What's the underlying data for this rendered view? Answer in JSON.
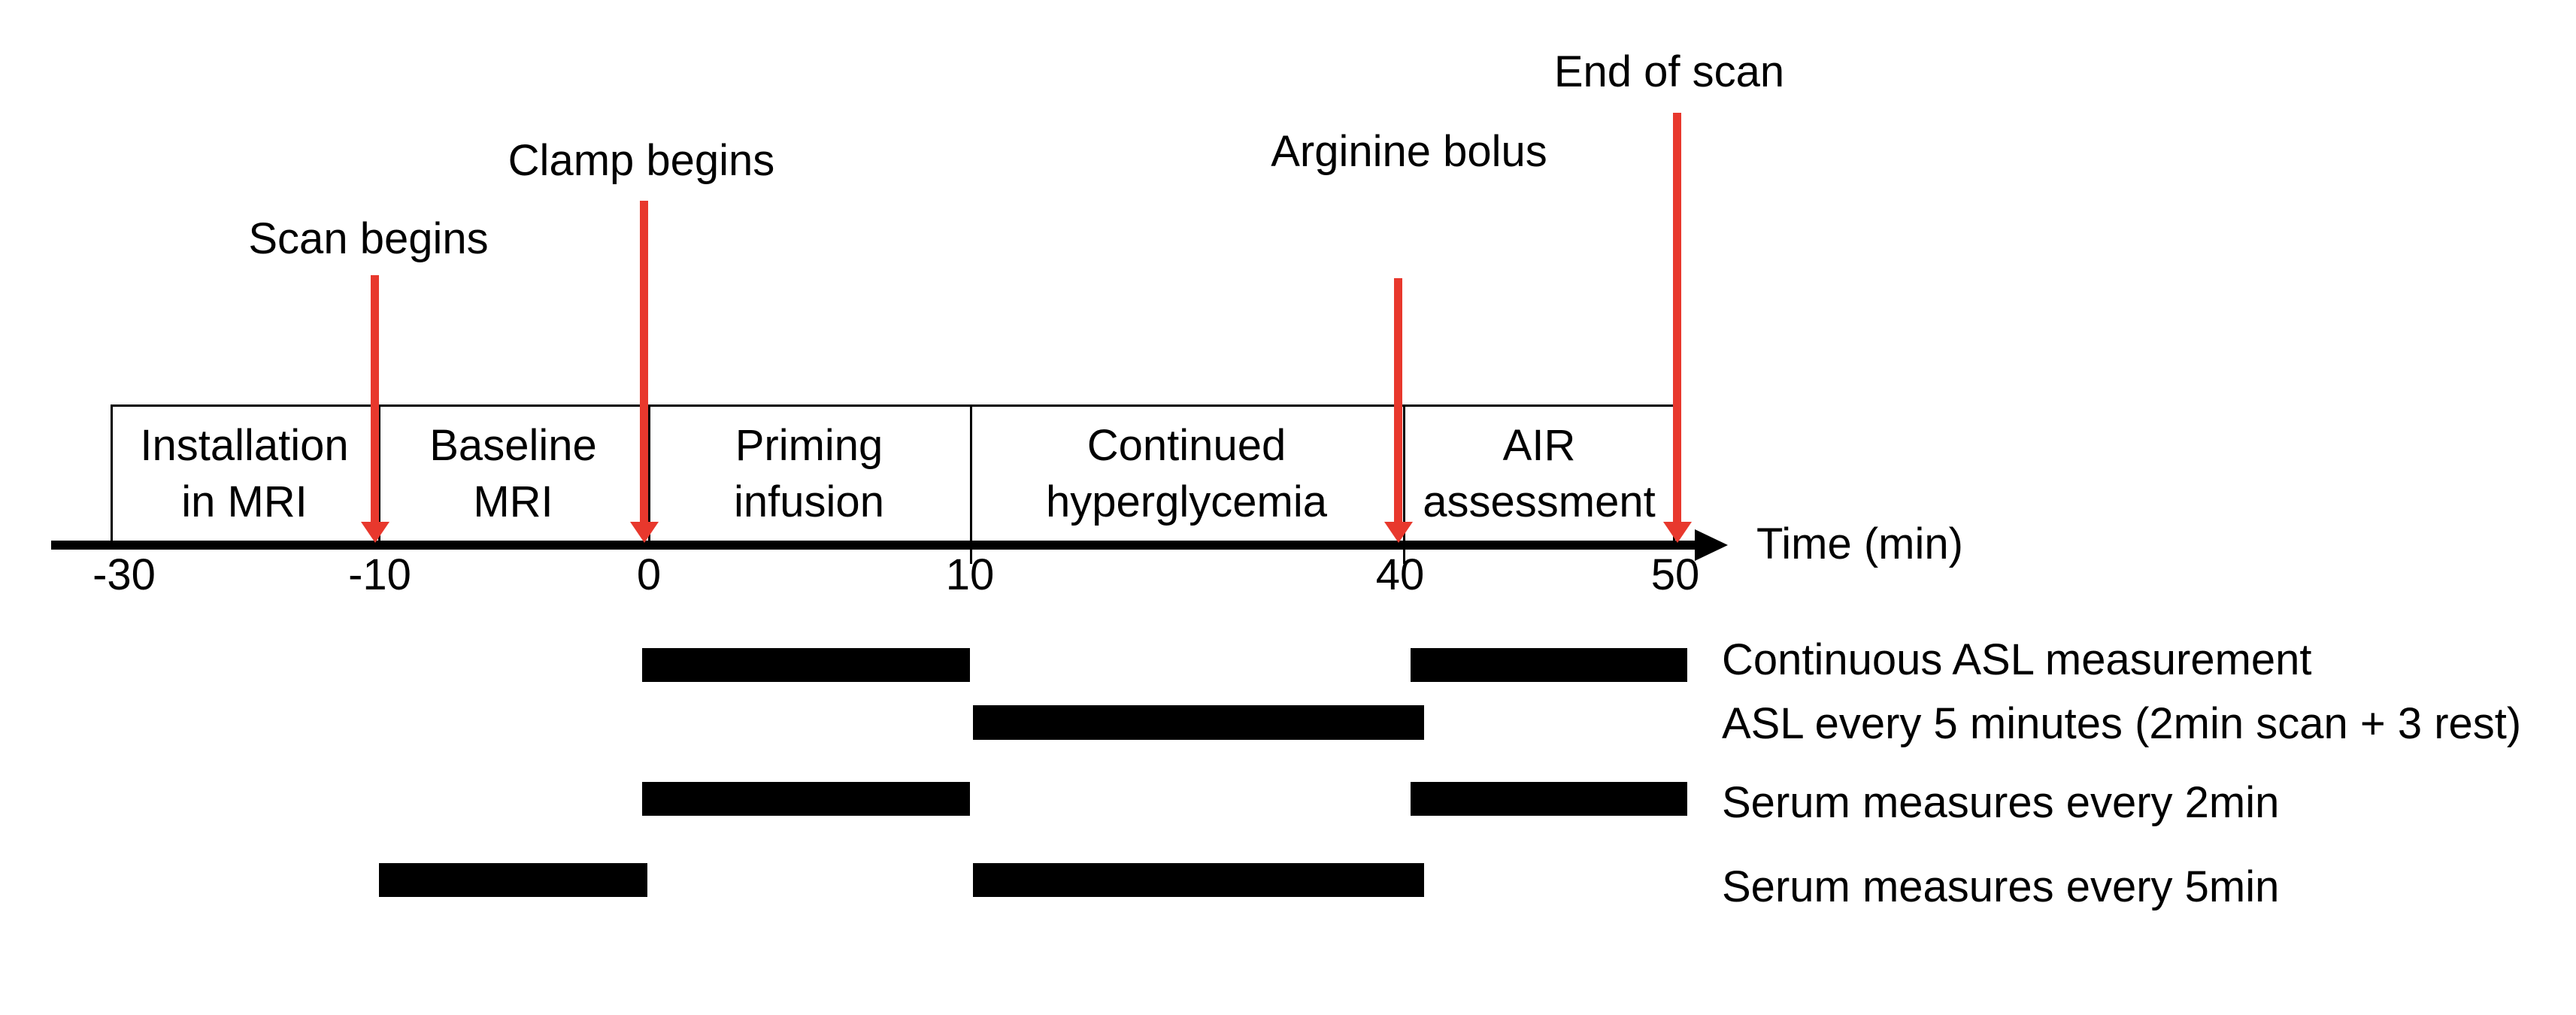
{
  "diagram": {
    "events": [
      {
        "label": "Scan begins",
        "time_min": -10
      },
      {
        "label": "Clamp begins",
        "time_min": 0
      },
      {
        "label": "Arginine bolus",
        "time_min": 40
      },
      {
        "label": "End of scan",
        "time_min": 50
      }
    ],
    "phases": [
      {
        "line1": "Installation",
        "line2": "in MRI",
        "start_min": -30,
        "end_min": -10
      },
      {
        "line1": "Baseline",
        "line2": "MRI",
        "start_min": -10,
        "end_min": 0
      },
      {
        "line1": "Priming",
        "line2": "infusion",
        "start_min": 0,
        "end_min": 10
      },
      {
        "line1": "Continued",
        "line2": "hyperglycemia",
        "start_min": 10,
        "end_min": 40
      },
      {
        "line1": "AIR",
        "line2": "assessment",
        "start_min": 40,
        "end_min": 50
      }
    ],
    "axis": {
      "label": "Time (min)",
      "ticks": [
        {
          "label": "-30",
          "value": -30
        },
        {
          "label": "-10",
          "value": -10
        },
        {
          "label": "0",
          "value": 0
        },
        {
          "label": "10",
          "value": 10
        },
        {
          "label": "40",
          "value": 40
        },
        {
          "label": "50",
          "value": 50
        }
      ]
    },
    "measurements": [
      {
        "label": "Continuous ASL measurement",
        "intervals_min": [
          [
            0,
            10
          ],
          [
            40,
            50
          ]
        ]
      },
      {
        "label": "ASL every 5 minutes (2min scan + 3 rest)",
        "intervals_min": [
          [
            10,
            40
          ]
        ]
      },
      {
        "label": "Serum measures every 2min",
        "intervals_min": [
          [
            0,
            10
          ],
          [
            40,
            50
          ]
        ]
      },
      {
        "label": "Serum measures every 5min",
        "intervals_min": [
          [
            -10,
            0
          ],
          [
            10,
            40
          ]
        ]
      }
    ],
    "colors": {
      "arrow": "#e8382d",
      "bar": "#000000",
      "text": "#000000",
      "background": "#ffffff"
    }
  }
}
